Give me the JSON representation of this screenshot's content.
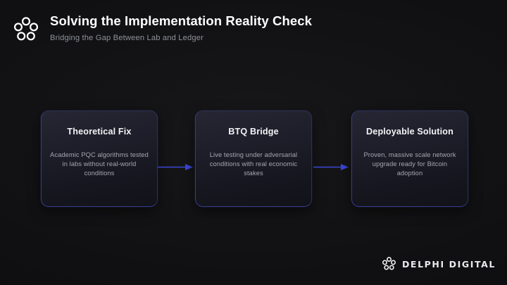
{
  "header": {
    "title": "Solving the Implementation Reality Check",
    "subtitle": "Bridging the Gap Between Lab and Ledger",
    "logo_icon": "delphi-ring-icon"
  },
  "flow": {
    "arrow_icon": "arrow-right-icon",
    "accent_color": "#3b46d6",
    "cards": [
      {
        "title": "Theoretical Fix",
        "body": "Academic PQC algorithms tested in labs without real-world conditions"
      },
      {
        "title": "BTQ Bridge",
        "body": "Live testing under adversarial conditions with real economic stakes"
      },
      {
        "title": "Deployable Solution",
        "body": "Proven, massive scale network upgrade ready for Bitcoin adoption"
      }
    ]
  },
  "footer": {
    "wordmark": "DELPHI DIGITAL",
    "logo_icon": "delphi-ring-icon"
  }
}
